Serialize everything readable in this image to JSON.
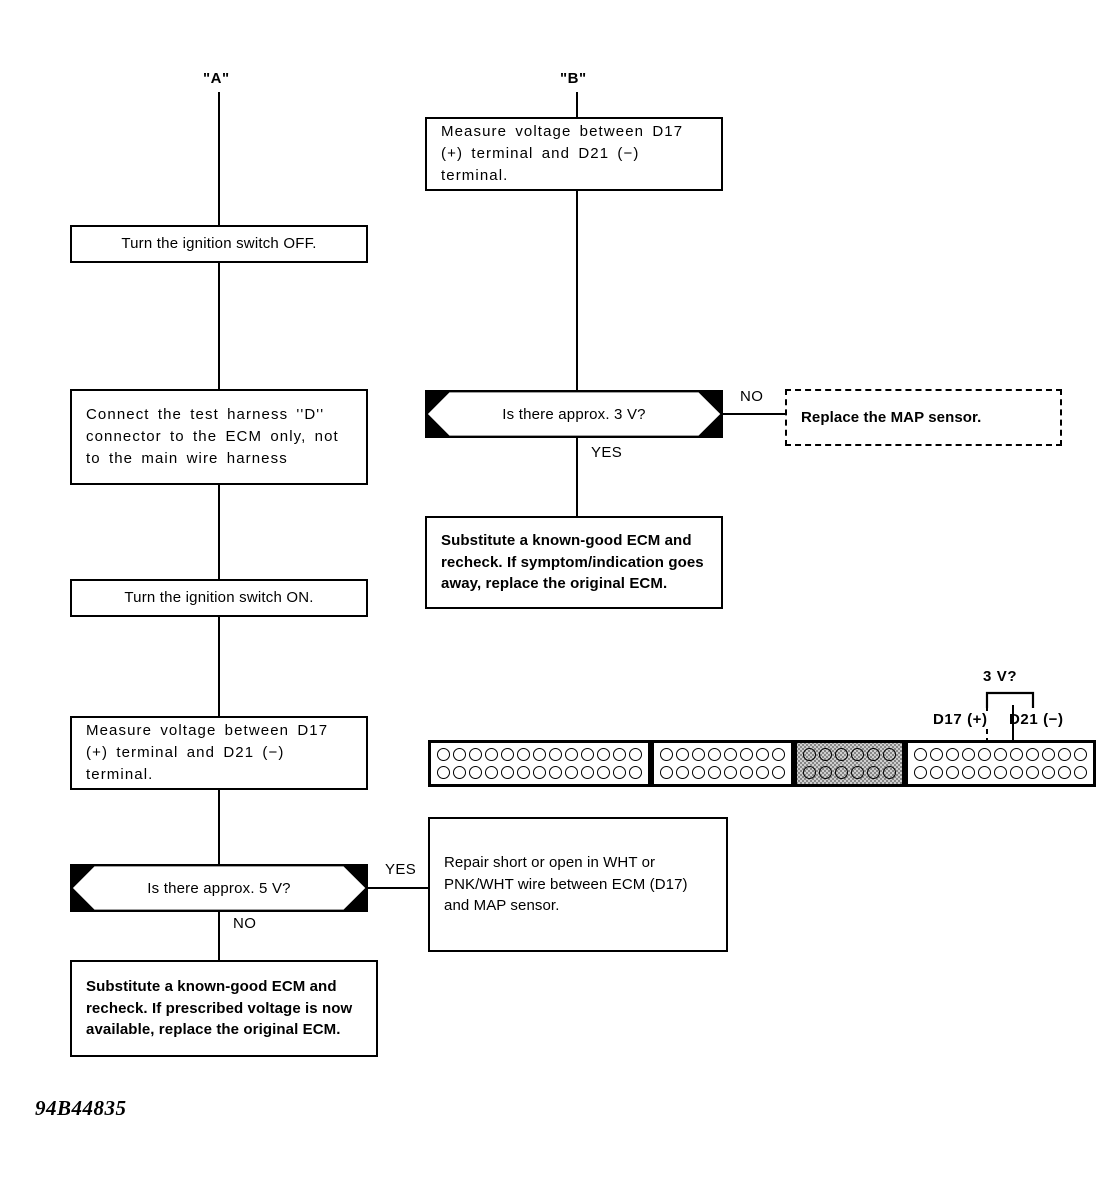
{
  "doc": {
    "reference_code": "94B44835"
  },
  "anchors": {
    "a": "\"A\"",
    "b": "\"B\""
  },
  "left_column": {
    "step_ign_off": "Turn the ignition switch OFF.",
    "step_connect_harness": "Connect the test harness ''D'' connector to the ECM only, not to the main wire harness",
    "step_ign_on": "Turn the ignition switch ON.",
    "step_measure": "Measure voltage between D17 (+) terminal and D21 (−) terminal.",
    "decision_5v": "Is there approx. 5 V?",
    "decision_5v_no": "NO",
    "decision_5v_yes": "YES",
    "result_substitute_ecm": "Substitute a known-good ECM and recheck. If prescribed voltage is now available, replace the original ECM."
  },
  "right_column": {
    "step_measure": "Measure voltage between D17 (+) terminal and D21 (−) terminal.",
    "decision_3v": "Is there approx. 3 V?",
    "decision_3v_no": "NO",
    "decision_3v_yes": "YES",
    "result_replace_map": "Replace the MAP sensor.",
    "result_substitute_ecm": "Substitute a known-good ECM and recheck. If symptom/indication goes away, replace the original ECM.",
    "result_repair_wire": "Repair short or open in WHT or PNK/WHT wire between ECM (D17) and MAP sensor."
  },
  "connector": {
    "voltage_callout": "3 V?",
    "terminal_positive": "D17 (+)",
    "terminal_negative": "D21 (−)",
    "blocks": [
      {
        "pins_per_row": 13,
        "rows": 2,
        "shaded": false
      },
      {
        "pins_per_row": 8,
        "rows": 2,
        "shaded": false
      },
      {
        "pins_per_row": 6,
        "rows": 2,
        "shaded": true
      },
      {
        "pins_per_row": 11,
        "rows": 2,
        "shaded": false
      }
    ]
  },
  "colors": {
    "ink": "#000000",
    "paper": "#ffffff",
    "shading": "#cfcfcf"
  }
}
